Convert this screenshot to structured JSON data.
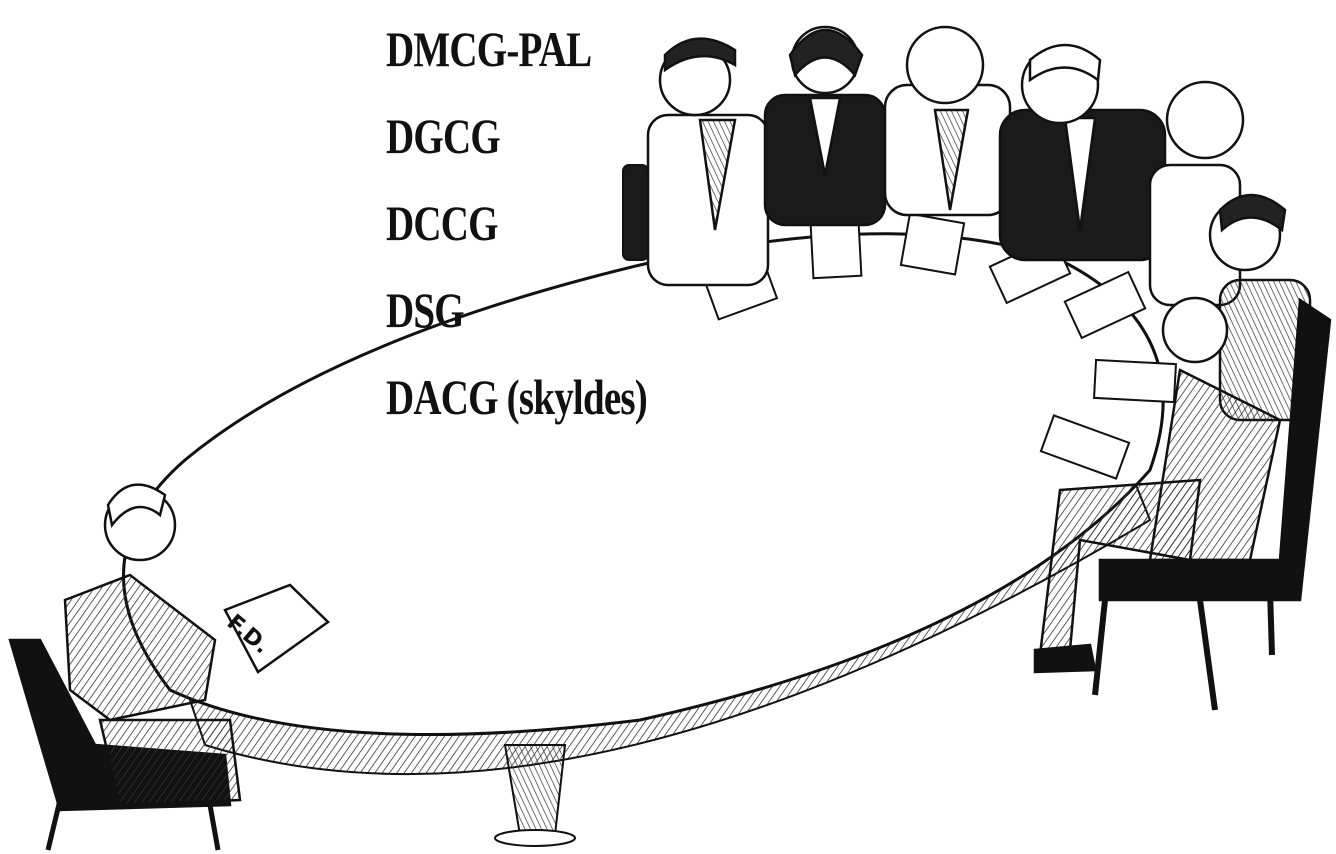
{
  "labels": [
    "DMCG-PAL",
    "DGCG",
    "DCCG",
    "DSG",
    "DACG (skyldes)"
  ],
  "folder_text": "F.D.",
  "colors": {
    "ink": "#111111",
    "paper": "#ffffff",
    "suit_dark": "#1a1a1a",
    "hatch": "#444444"
  }
}
